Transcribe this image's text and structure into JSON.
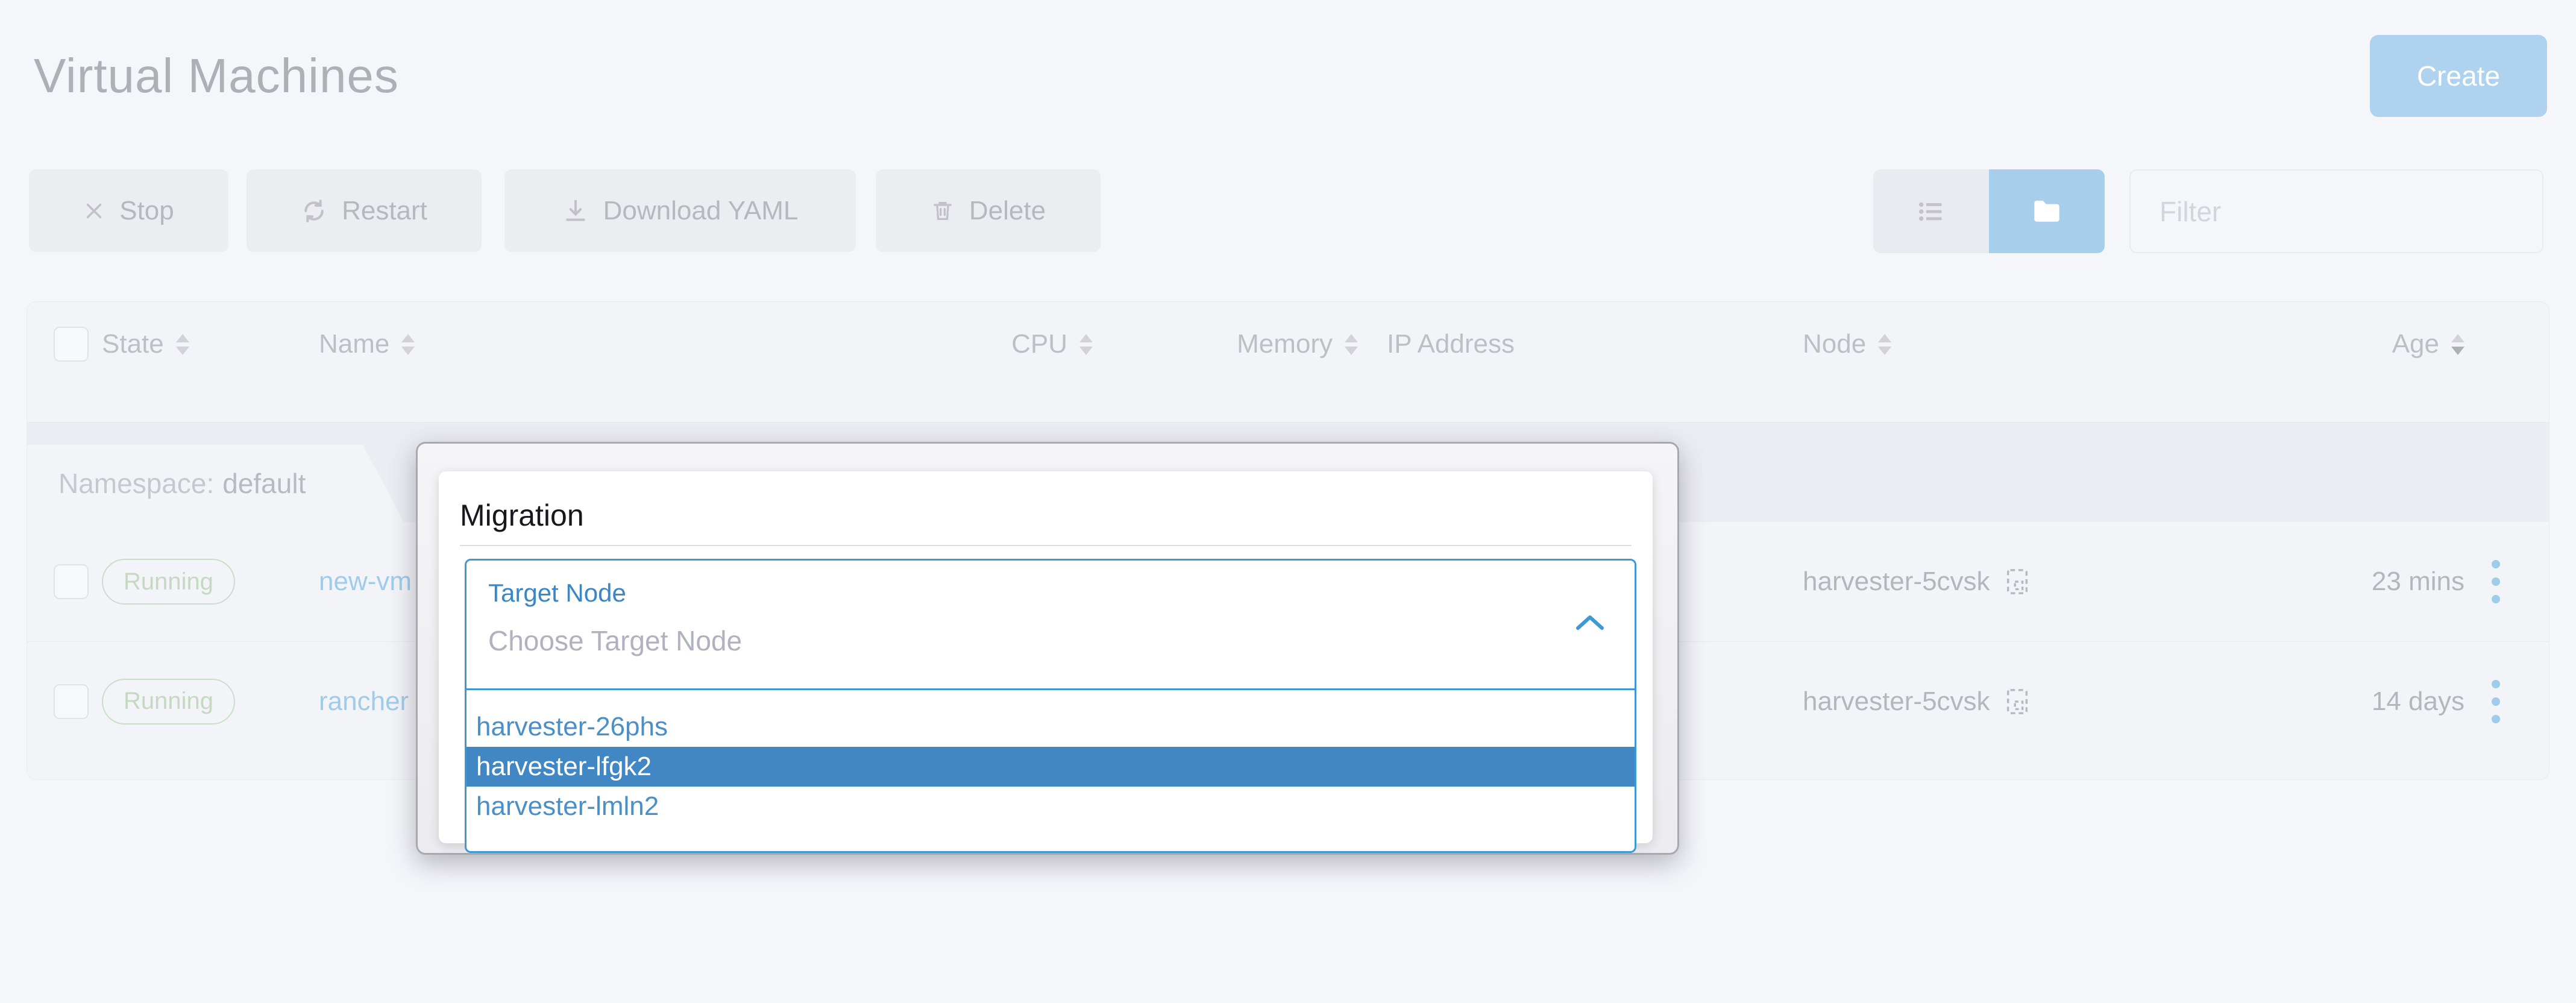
{
  "page_title": "Virtual Machines",
  "header": {
    "create_label": "Create"
  },
  "toolbar": {
    "stop_label": "Stop",
    "restart_label": "Restart",
    "download_yaml_label": "Download YAML",
    "delete_label": "Delete",
    "filter_placeholder": "Filter",
    "view_toggle": {
      "active": "folder-view",
      "options": [
        "list-view",
        "folder-view"
      ]
    }
  },
  "table": {
    "headers": [
      {
        "label": "State",
        "sortable": true
      },
      {
        "label": "Name",
        "sortable": true
      },
      {
        "label": "CPU",
        "sortable": true
      },
      {
        "label": "Memory",
        "sortable": true
      },
      {
        "label": "IP Address",
        "sortable": false
      },
      {
        "label": "Node",
        "sortable": true
      },
      {
        "label": "Age",
        "sortable": true,
        "sorted": "desc"
      }
    ],
    "group": {
      "prefix": "Namespace:",
      "value": "default"
    },
    "rows": [
      {
        "state": "Running",
        "name": "new-vm",
        "node": "harvester-5cvsk",
        "age": "23 mins"
      },
      {
        "state": "Running",
        "name": "rancher",
        "node": "harvester-5cvsk",
        "age": "14 days"
      }
    ]
  },
  "modal": {
    "title": "Migration",
    "select": {
      "label": "Target Node",
      "placeholder": "Choose Target Node",
      "state": "open"
    },
    "options": [
      {
        "label": "harvester-26phs",
        "selected": false
      },
      {
        "label": "harvester-lfgk2",
        "selected": true
      },
      {
        "label": "harvester-lmln2",
        "selected": false
      }
    ]
  },
  "colors": {
    "accent_blue": "#3d98d3",
    "option_selected_bg": "#4187c4",
    "running_green": "#8ab385",
    "page_bg": "#ebedf4",
    "modal_border_gray": "#a8a8b1"
  }
}
